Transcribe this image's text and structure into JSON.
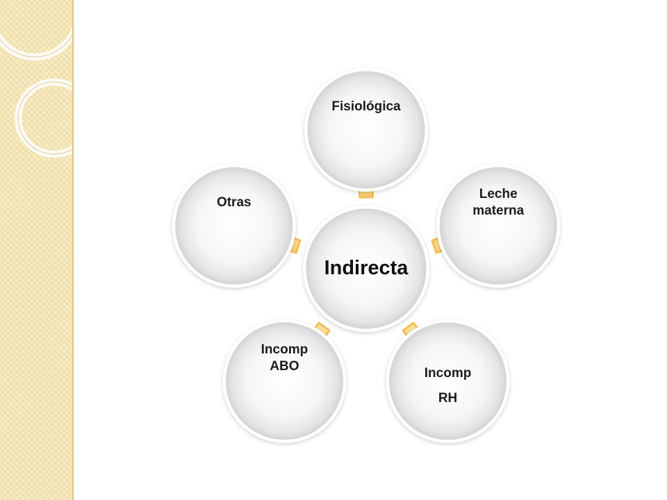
{
  "center": {
    "label": "Indirecta"
  },
  "nodes": [
    {
      "id": "fisiologica",
      "lines": [
        "Fisiológica"
      ]
    },
    {
      "id": "leche-materna",
      "lines": [
        "Leche",
        "materna"
      ]
    },
    {
      "id": "incomp-rh",
      "lines": [
        "Incomp",
        "RH"
      ]
    },
    {
      "id": "incomp-abo",
      "lines": [
        "Incomp",
        "ABO"
      ]
    },
    {
      "id": "otras",
      "lines": [
        "Otras"
      ]
    }
  ],
  "colors": {
    "sidebar": "#f4e5b4",
    "arrow_fill": "#fcd98a",
    "arrow_stroke": "#f4bd55",
    "circle_light": "#ffffff",
    "circle_dark": "#d9d9d9"
  }
}
